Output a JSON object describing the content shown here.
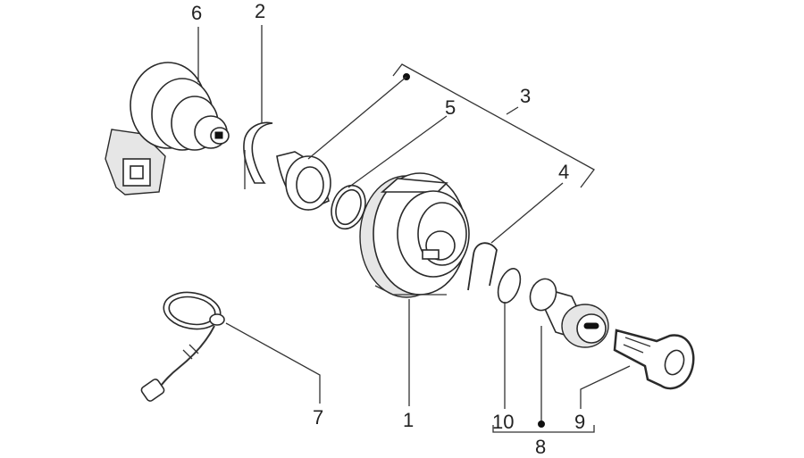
{
  "labels": [
    {
      "id": "1",
      "text": "1"
    },
    {
      "id": "2",
      "text": "2"
    },
    {
      "id": "3",
      "text": "3"
    },
    {
      "id": "4",
      "text": "4"
    },
    {
      "id": "5",
      "text": "5"
    },
    {
      "id": "6",
      "text": "6"
    },
    {
      "id": "7",
      "text": "7"
    },
    {
      "id": "8",
      "text": "8"
    },
    {
      "id": "9",
      "text": "9"
    },
    {
      "id": "10",
      "text": "10"
    }
  ],
  "colors": {
    "stroke": "#2a2a2a",
    "fill": "#ffffff",
    "background": "#ffffff"
  }
}
